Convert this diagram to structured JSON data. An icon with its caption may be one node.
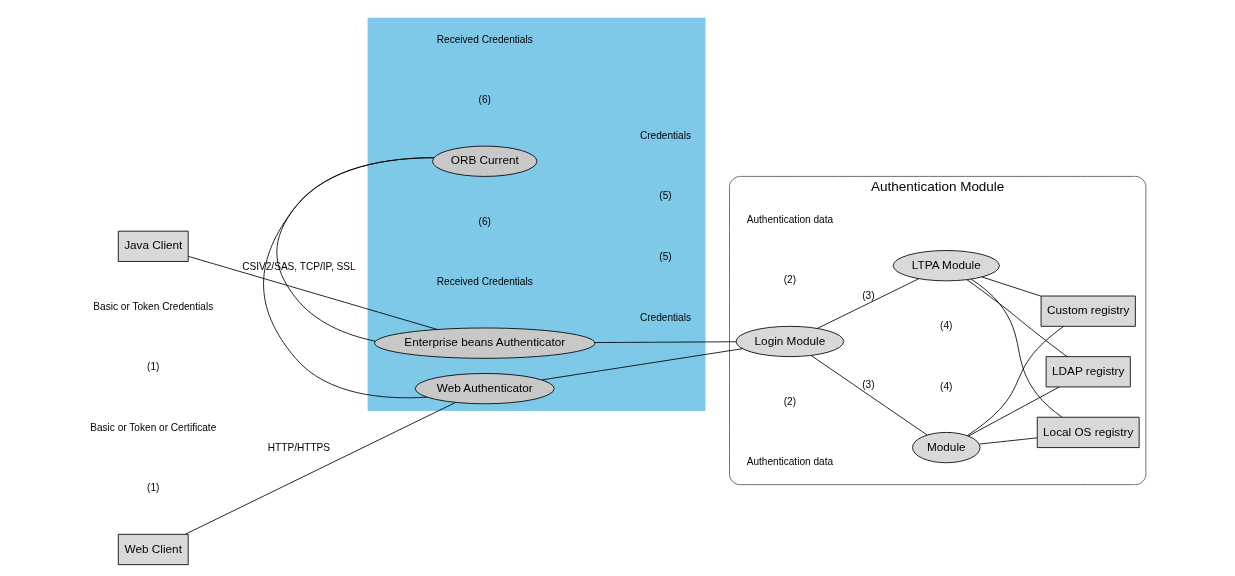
{
  "diagram": {
    "nodes": [
      {
        "text": [
          "Java Client"
        ]
      },
      {
        "text": [
          "Web Client"
        ]
      },
      {
        "text": [],
        "shape": "box"
      },
      {
        "text": [
          "Enterprise beans Authenticator"
        ],
        "in": 2
      },
      {
        "text": [
          "ORB Current"
        ],
        "in": 2
      },
      {
        "text": [
          "Web Authenticator"
        ],
        "in": 2
      },
      {
        "text": [
          "Authentication Module"
        ]
      },
      {
        "text": [
          "Login Module"
        ],
        "in": 6
      },
      {
        "text": [
          "Module"
        ],
        "in": 6
      },
      {
        "text": [
          "LTPA Module"
        ],
        "in": 6
      },
      {
        "text": [
          "Local OS registry"
        ],
        "in": 6
      },
      {
        "text": [
          "LDAP registry"
        ],
        "in": 6
      },
      {
        "text": [
          "Custom registry"
        ],
        "in": 6
      }
    ],
    "edges": [
      {
        "from": 0,
        "to": 3,
        "arrow": "none",
        "label": "CSIV2/SAS, TCP/IP, SSL"
      },
      {
        "from": 1,
        "to": 5,
        "arrow": "none",
        "label": "HTTP/HTTPS"
      },
      {
        "from": 3,
        "to": 4,
        "arrow": "none"
      },
      {
        "from": 4,
        "to": 5,
        "arrow": "none"
      },
      {
        "from": 3,
        "to": 7,
        "arrow": "none"
      },
      {
        "from": 5,
        "to": 7,
        "arrow": "none"
      },
      {
        "from": 7,
        "to": 8,
        "arrow": "none",
        "label": "(3)"
      },
      {
        "from": 7,
        "to": 9,
        "arrow": "none",
        "label": "(3)"
      },
      {
        "from": 8,
        "to": 10,
        "arrow": "none"
      },
      {
        "from": 8,
        "to": 11,
        "arrow": "none"
      },
      {
        "from": 8,
        "to": 12,
        "arrow": "none"
      },
      {
        "from": 9,
        "to": 10,
        "arrow": "none"
      },
      {
        "from": 9,
        "to": 11,
        "arrow": "none"
      },
      {
        "from": 9,
        "to": 12,
        "arrow": "none"
      }
    ],
    "labels": [
      "Basic or Token Credentials",
      "(1)",
      "Received Credentials",
      "(6)",
      "Credentials",
      "(5)",
      "Authentication data",
      "(2)",
      "(4)",
      "(4)",
      "(5)",
      "Credentials",
      "(6)",
      "Received Credentials",
      "(2)",
      "Authentication data",
      "Basic or Token or Certificate",
      "(1)"
    ]
  }
}
